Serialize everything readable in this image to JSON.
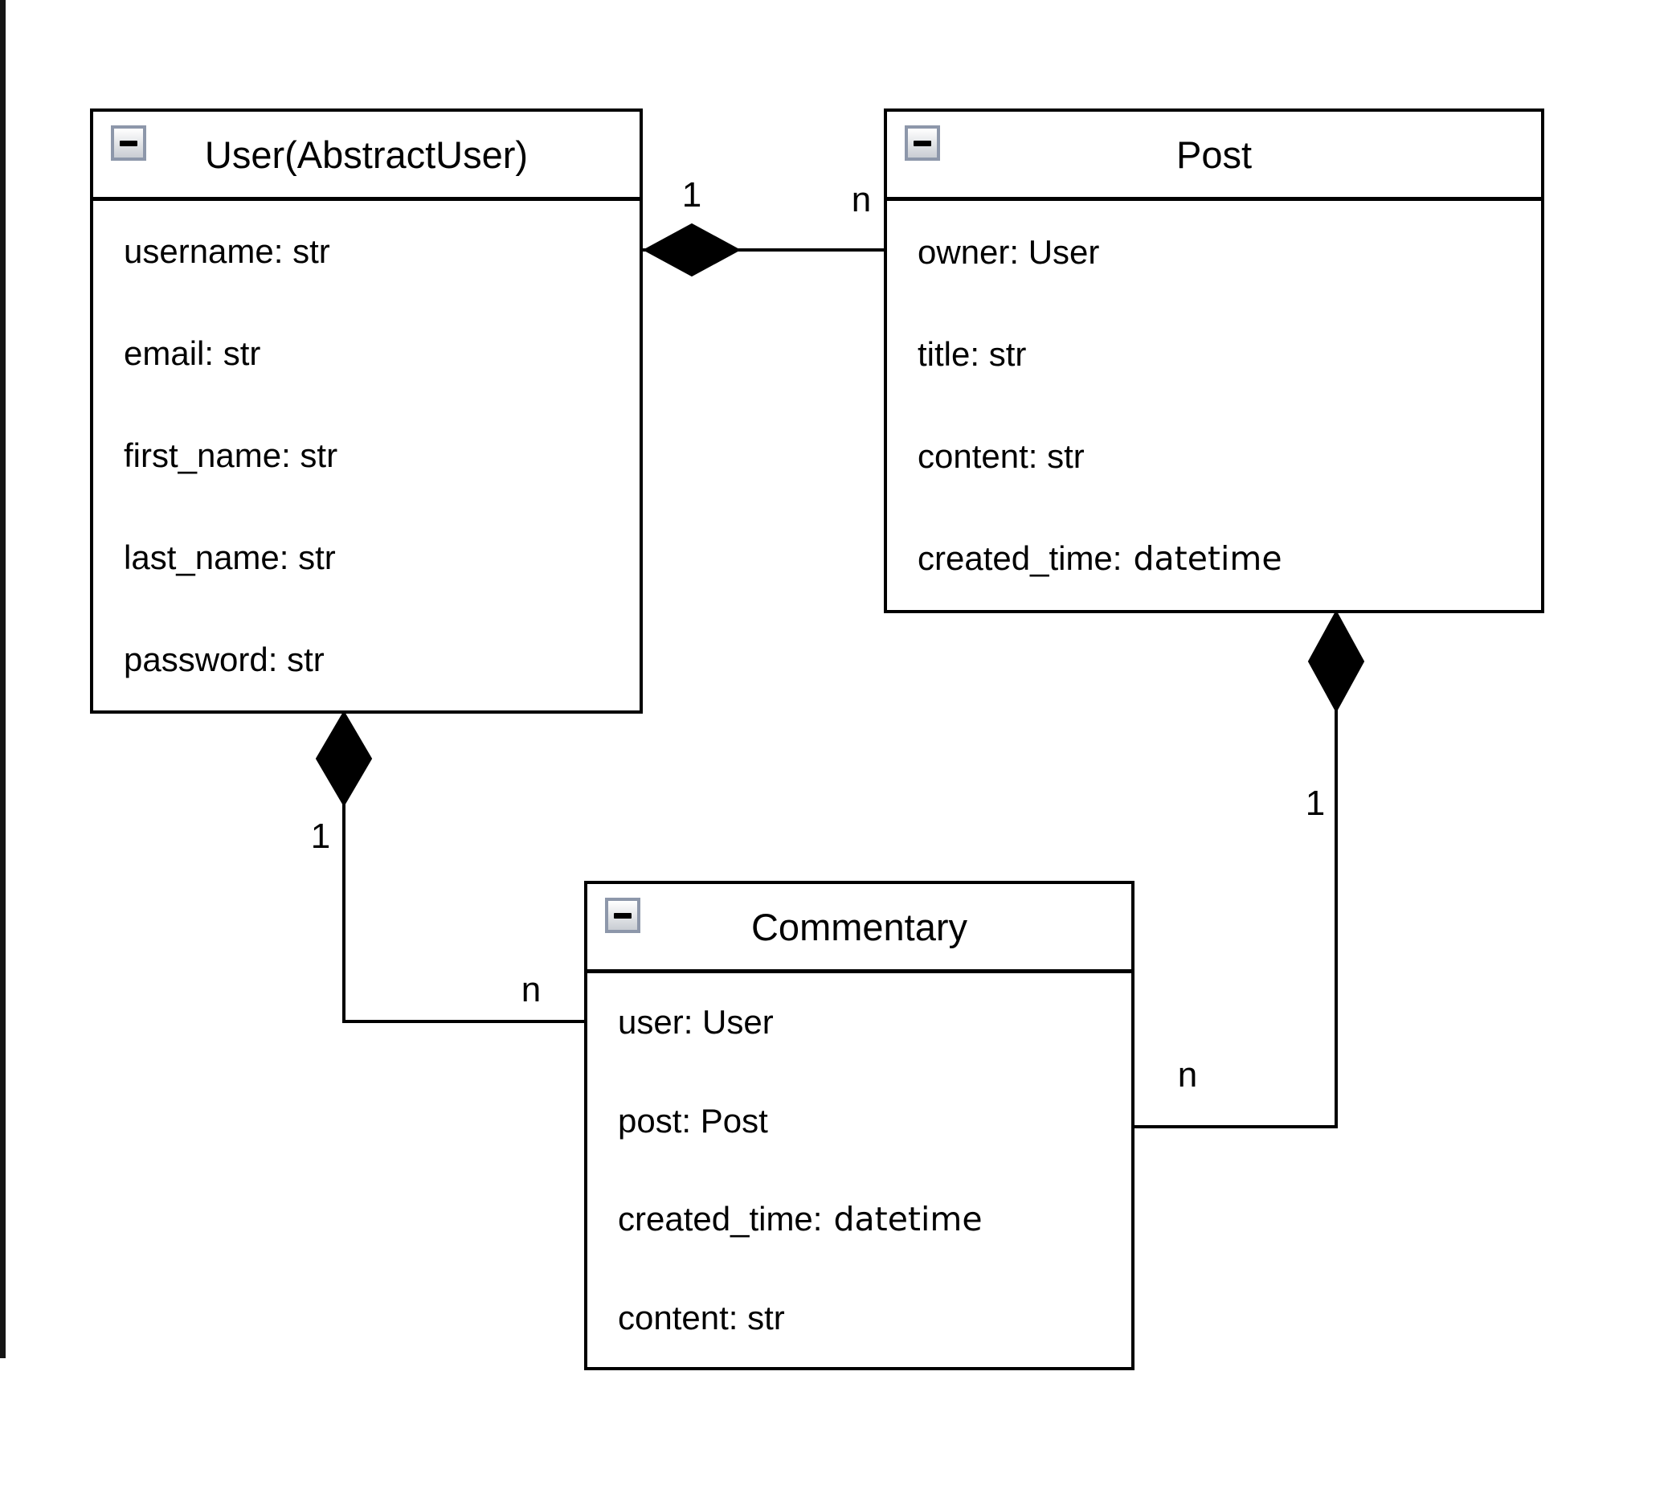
{
  "canvas": {
    "background": "#ffffff",
    "left_edge_color": "#151515"
  },
  "colors": {
    "stroke": "#000000",
    "box_fill": "#ffffff",
    "collapse_icon_border": "#8d97aa",
    "collapse_icon_fill": "#c9cdd3"
  },
  "classes": [
    {
      "title": "User(AbstractUser)",
      "collapse_icon": "minus",
      "fields": [
        "username: str",
        "email: str",
        "first_name: str",
        "last_name: str",
        "password: str"
      ]
    },
    {
      "title": "Post",
      "collapse_icon": "minus",
      "fields": [
        "owner: User",
        "title: str",
        "content: str",
        {
          "name": "created_time:",
          "type": "datetime"
        }
      ]
    },
    {
      "title": "Commentary",
      "collapse_icon": "minus",
      "fields": [
        "user: User",
        "post: Post",
        {
          "name": "created_time:",
          "type": "datetime"
        },
        "content: str"
      ]
    }
  ],
  "relationships": {
    "user_post": {
      "type": "composition",
      "owner": "User(AbstractUser)",
      "part": "Post",
      "owner_multiplicity": "1",
      "part_multiplicity": "n"
    },
    "user_commentary": {
      "type": "composition",
      "owner": "User(AbstractUser)",
      "part": "Commentary",
      "owner_multiplicity": "1",
      "part_multiplicity": "n"
    },
    "post_commentary": {
      "type": "composition",
      "owner": "Post",
      "part": "Commentary",
      "owner_multiplicity": "1",
      "part_multiplicity": "n"
    }
  }
}
